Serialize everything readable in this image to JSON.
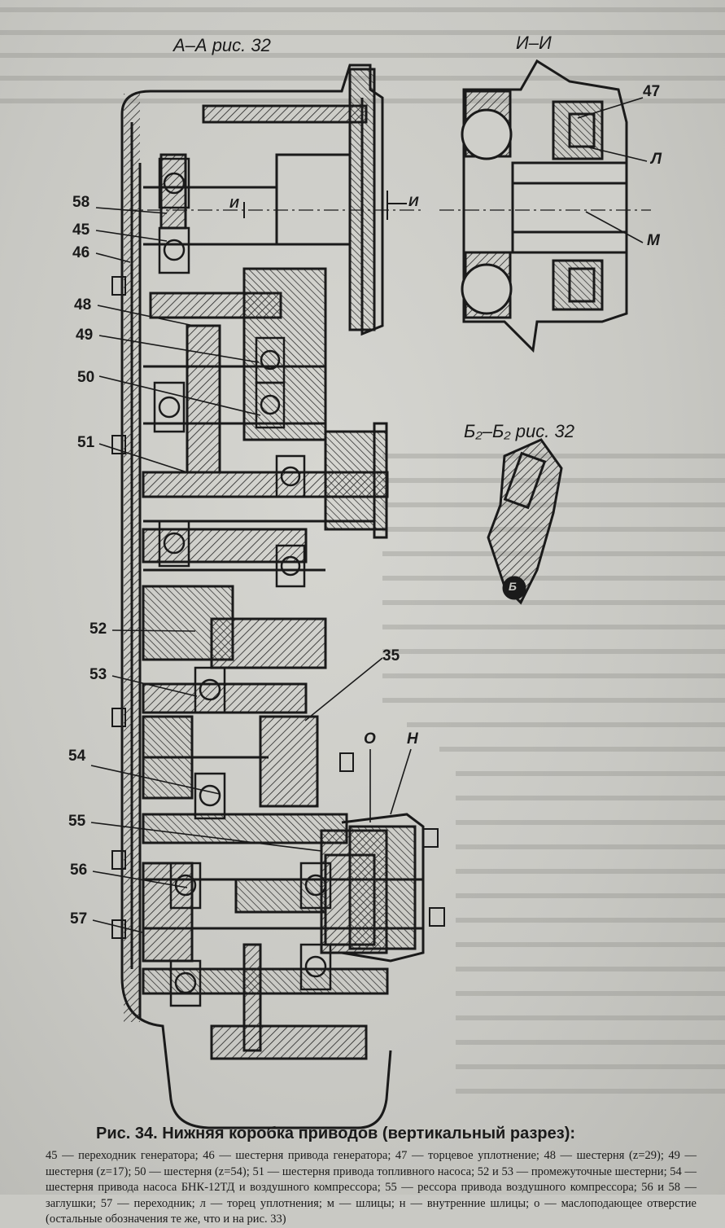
{
  "sections": {
    "aa": "А–А рис. 32",
    "ii": "И–И",
    "bb": "Б₂–Б₂ рис. 32"
  },
  "callouts": {
    "n58": "58",
    "n45": "45",
    "n46": "46",
    "n48": "48",
    "n49": "49",
    "n50": "50",
    "n51": "51",
    "n52": "52",
    "n53": "53",
    "n54": "54",
    "n55": "55",
    "n56": "56",
    "n57": "57",
    "n35": "35",
    "n47": "47",
    "L": "Л",
    "M": "М",
    "O": "О",
    "H": "Н",
    "I": "И",
    "Itick": "И",
    "B": "Б"
  },
  "caption": {
    "title": "Рис. 34. Нижняя коробка приводов (вертикальный разрез):",
    "body": "45 — переходник генератора; 46 — шестерня привода генератора; 47 — торцевое уплотнение; 48 — шестерня (z=29); 49 — шестерня (z=17); 50 — шестерня (z=54); 51 — шестерня привода топливного насоса; 52 и 53 — промежуточные шестерни; 54 — шестерня привода насоса БНК-12ТД и воздушного компрессора; 55 — рессора привода воздушного компрессора; 56 и 58 — заглушки; 57 — переходник; л — торец уплотнения; м — шлицы; н — внутренние шлицы; о — маслоподающее отверстие (остальные обозначения те же, что и на рис. 33)"
  },
  "colors": {
    "ink": "#1a1a1a",
    "paper": "#c9c9c4",
    "hatch": "#2a2a2a"
  }
}
